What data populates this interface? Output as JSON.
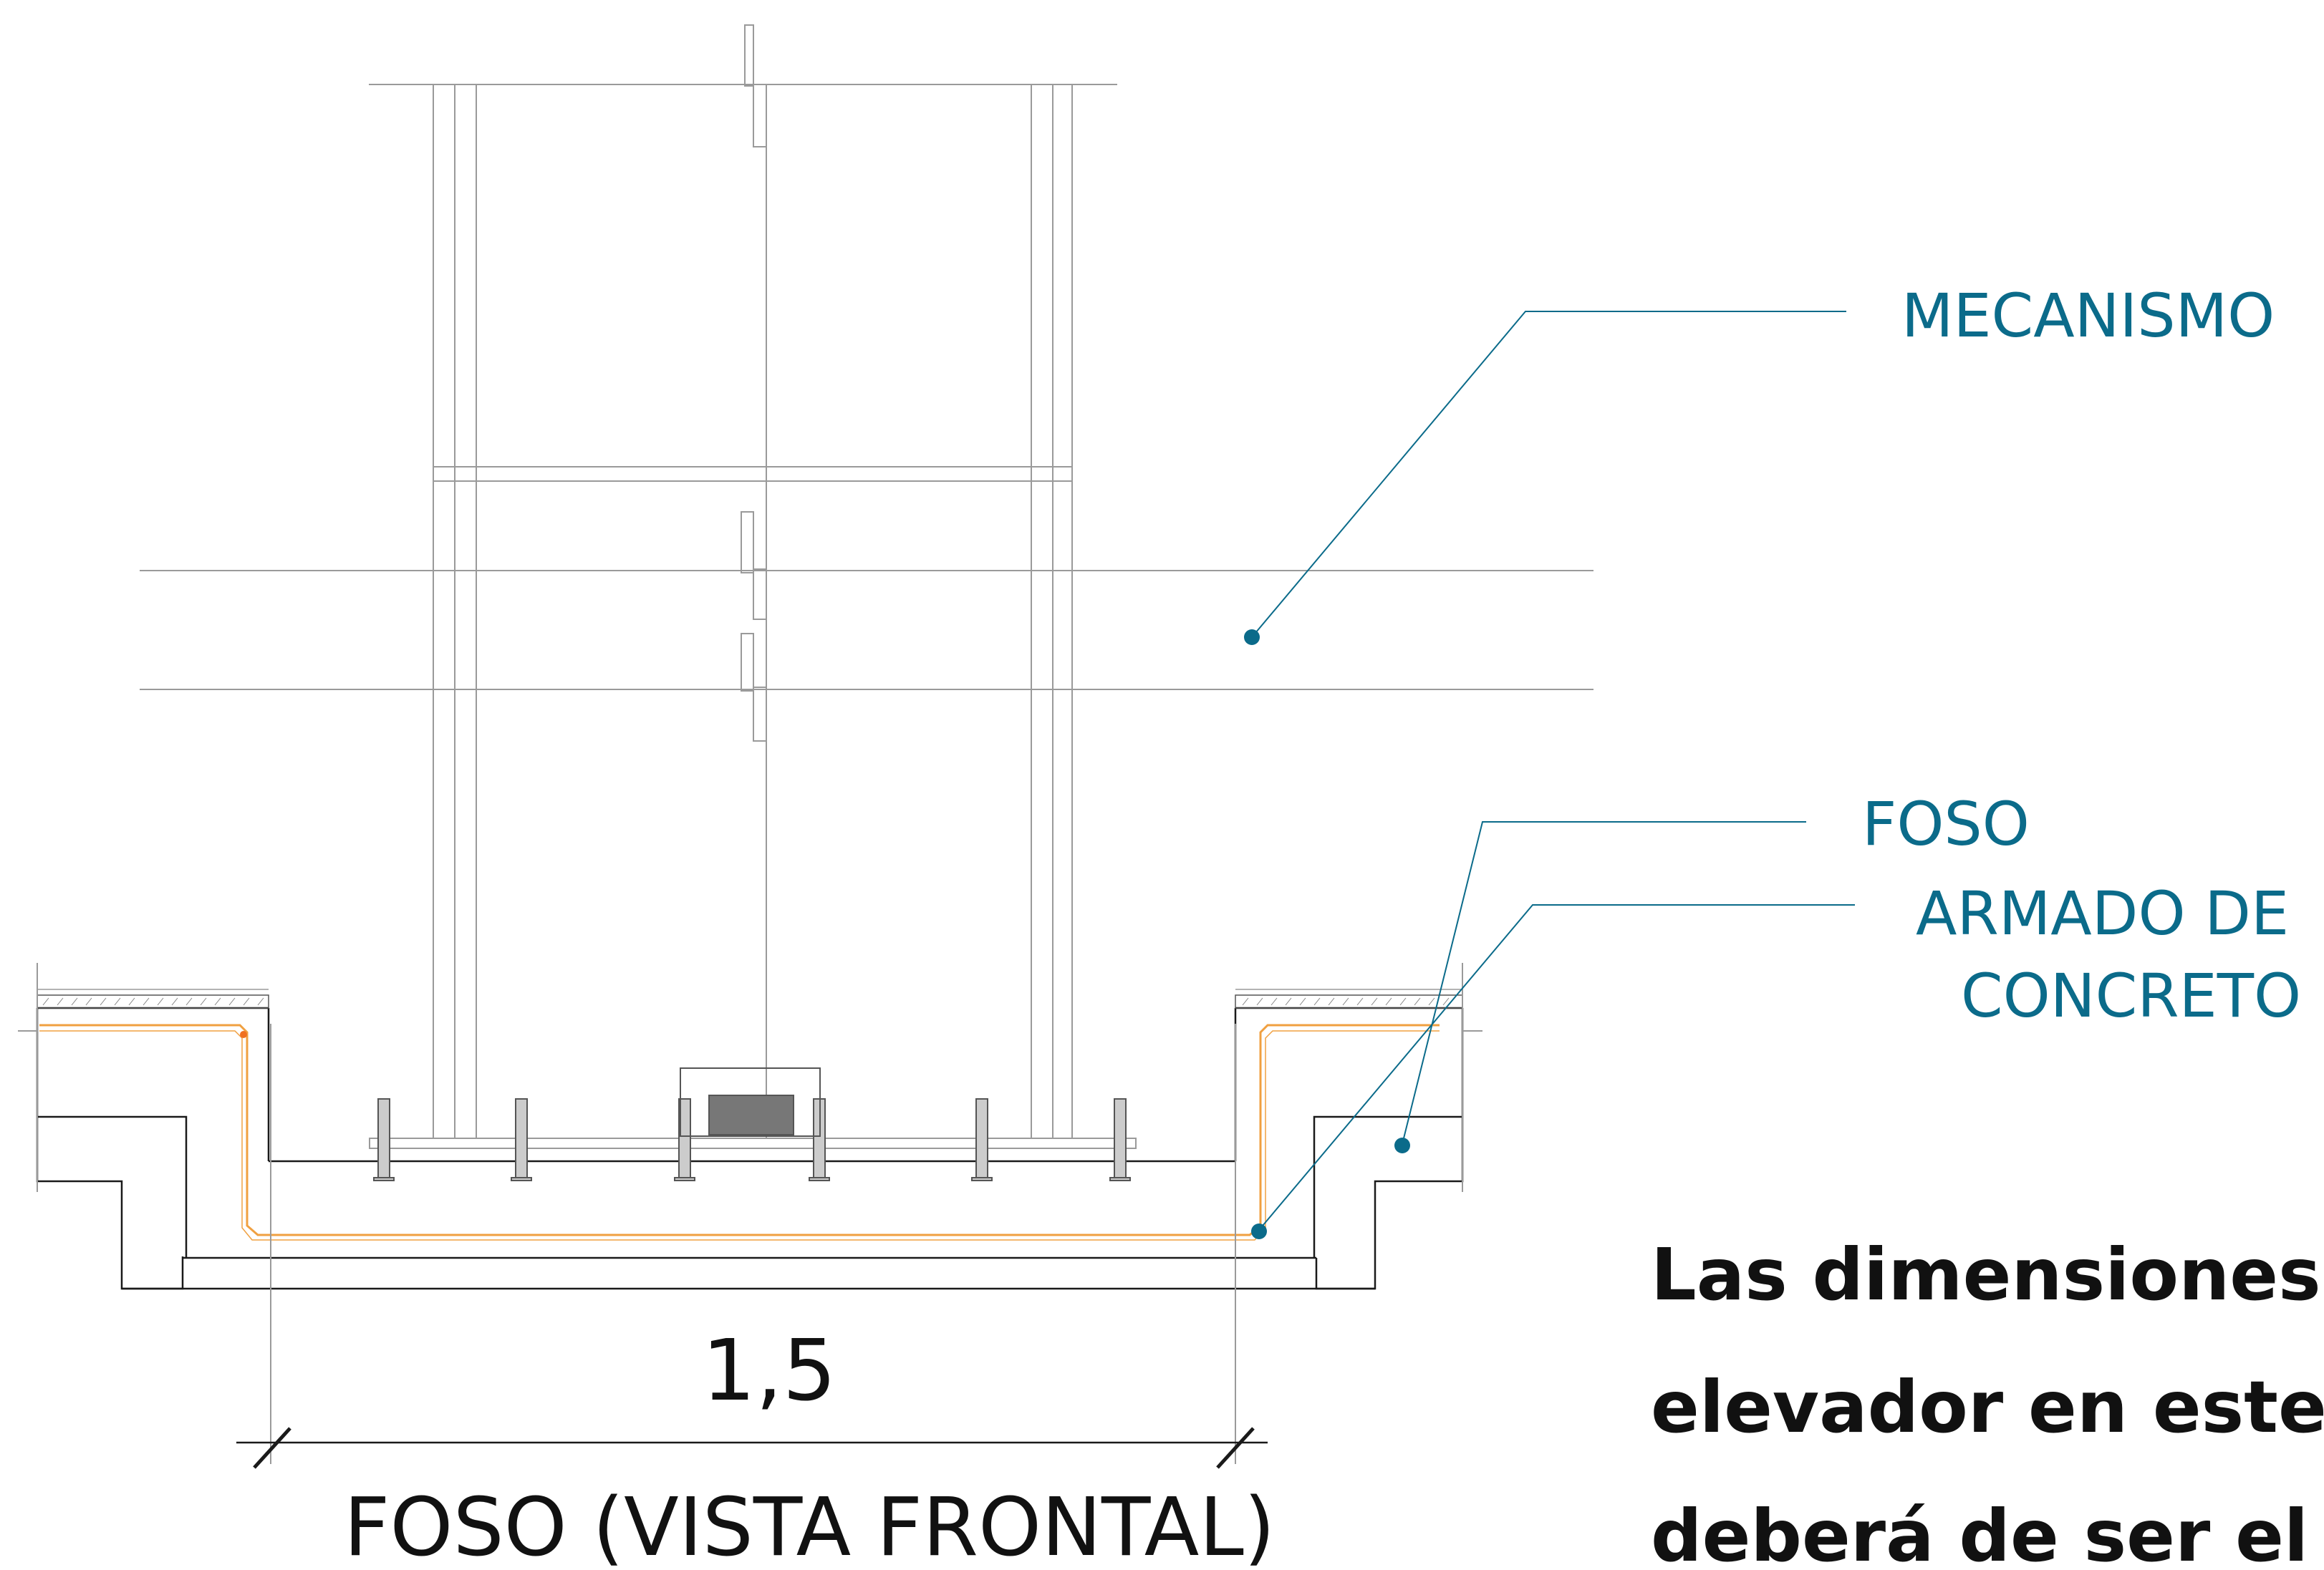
{
  "labels": {
    "mecanismo": "MECANISMO",
    "foso": "FOSO",
    "armado_line1": "ARMADO DE",
    "armado_line2": "CONCRETO"
  },
  "dimension": "1,5",
  "title": "FOSO (VISTA FRONTAL)",
  "note": {
    "line1": "Las dimensiones",
    "line2": "elevador en este c",
    "line3": "deberá de ser el m"
  },
  "colors": {
    "line": "#9a9a9a",
    "outline": "#1a1a1a",
    "leader": "#0b6b8a",
    "rebar": "#f0a040",
    "text": "#0b6b8a"
  }
}
